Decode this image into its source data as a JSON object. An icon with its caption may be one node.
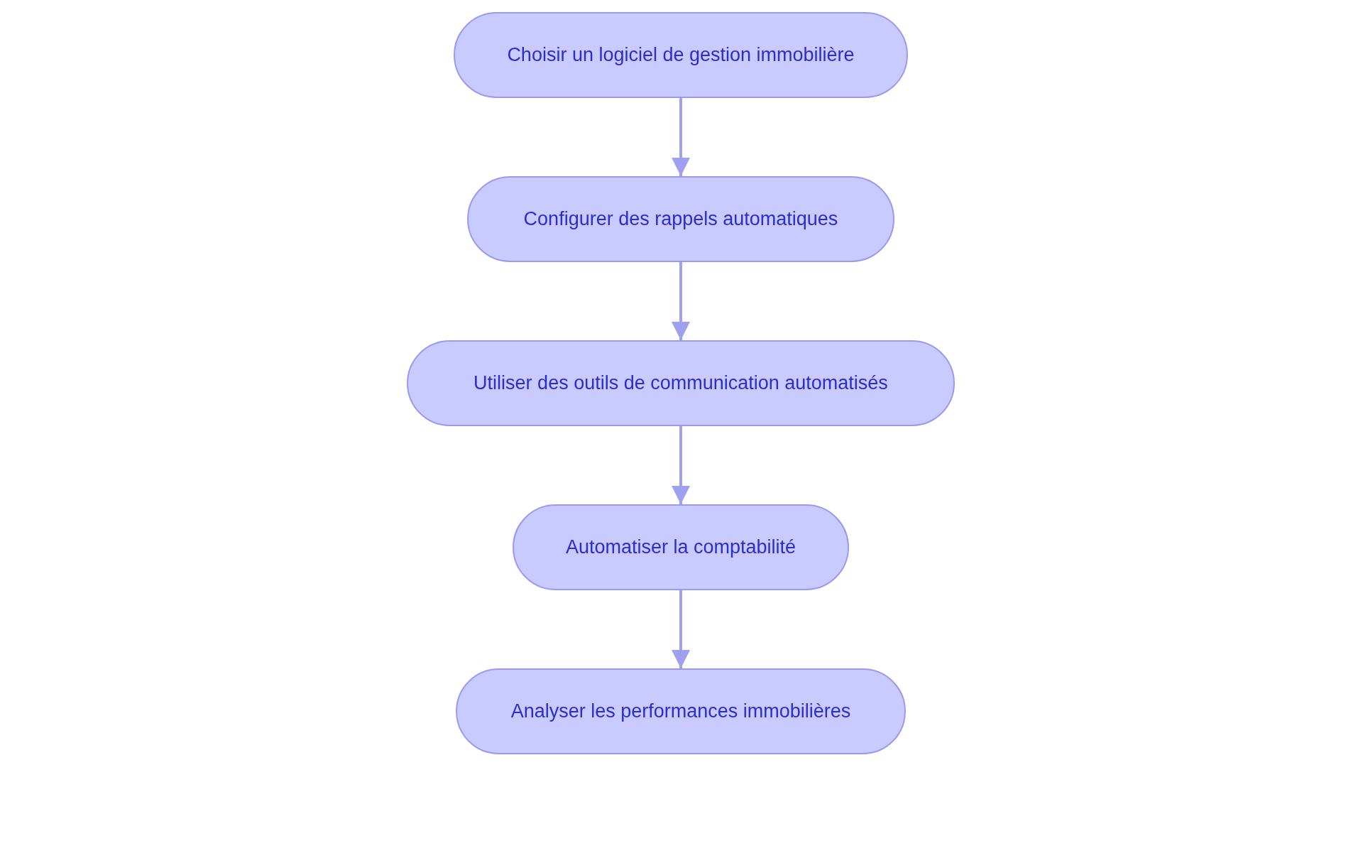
{
  "diagram": {
    "nodes": [
      {
        "text": [
          "Choisir un logiciel de gestion immobilière"
        ]
      },
      {
        "text": [
          "Configurer des rappels automatiques"
        ]
      },
      {
        "text": [
          "Utiliser des outils de communication automatisés"
        ]
      },
      {
        "text": [
          "Automatiser la comptabilité"
        ]
      },
      {
        "text": [
          "Analyser les performances immobilières"
        ]
      }
    ],
    "edges": [
      {
        "from": 0,
        "to": 1,
        "arrow": "to"
      },
      {
        "from": 1,
        "to": 2,
        "arrow": "to"
      },
      {
        "from": 2,
        "to": 3,
        "arrow": "to"
      },
      {
        "from": 3,
        "to": 4,
        "arrow": "to"
      }
    ]
  }
}
